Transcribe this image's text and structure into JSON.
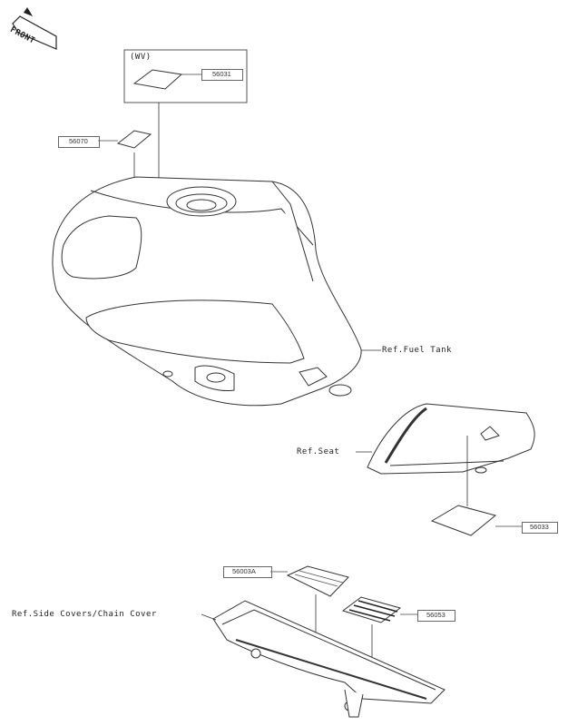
{
  "front_label": "FRONT",
  "variant_label": "(WV)",
  "part_numbers": {
    "p56031": "56031",
    "p56070": "56070",
    "p56033": "56033",
    "p56003a": "56003A",
    "p56053": "56053"
  },
  "references": {
    "fuel_tank": "Ref.Fuel Tank",
    "seat": "Ref.Seat",
    "side_covers": "Ref.Side Covers/Chain Cover"
  }
}
